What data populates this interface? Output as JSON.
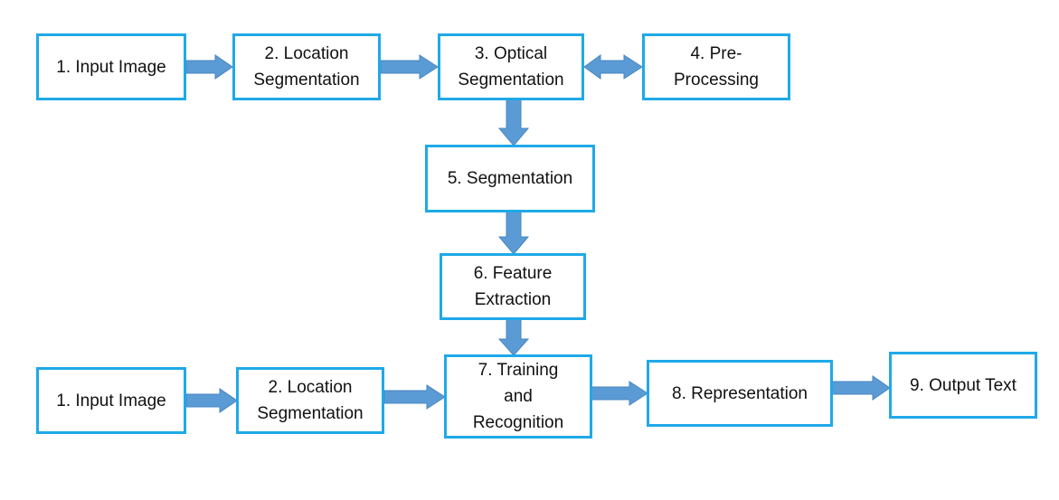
{
  "colors": {
    "box_border": "#1fa9e8",
    "arrow_fill": "#5b9bd5",
    "background": "#ffffff"
  },
  "nodes": {
    "input_image_top": "1. Input Image",
    "location_segmentation_top": "2. Location\nSegmentation",
    "optical_segmentation": "3. Optical\nSegmentation",
    "pre_processing": "4. Pre-\nProcessing",
    "segmentation": "5. Segmentation",
    "feature_extraction": "6. Feature\nExtraction",
    "input_image_bottom": "1. Input Image",
    "location_segmentation_bottom": "2. Location\nSegmentation",
    "training_recognition": "7. Training\nand\nRecognition",
    "representation": "8. Representation",
    "output_text": "9. Output Text"
  },
  "edges": [
    {
      "from": "input_image_top",
      "to": "location_segmentation_top",
      "type": "single"
    },
    {
      "from": "location_segmentation_top",
      "to": "optical_segmentation",
      "type": "single"
    },
    {
      "from": "optical_segmentation",
      "to": "pre_processing",
      "type": "double"
    },
    {
      "from": "optical_segmentation",
      "to": "segmentation",
      "type": "single"
    },
    {
      "from": "segmentation",
      "to": "feature_extraction",
      "type": "single"
    },
    {
      "from": "feature_extraction",
      "to": "training_recognition",
      "type": "single"
    },
    {
      "from": "input_image_bottom",
      "to": "location_segmentation_bottom",
      "type": "single"
    },
    {
      "from": "location_segmentation_bottom",
      "to": "training_recognition",
      "type": "single"
    },
    {
      "from": "training_recognition",
      "to": "representation",
      "type": "single"
    },
    {
      "from": "representation",
      "to": "output_text",
      "type": "single"
    }
  ]
}
